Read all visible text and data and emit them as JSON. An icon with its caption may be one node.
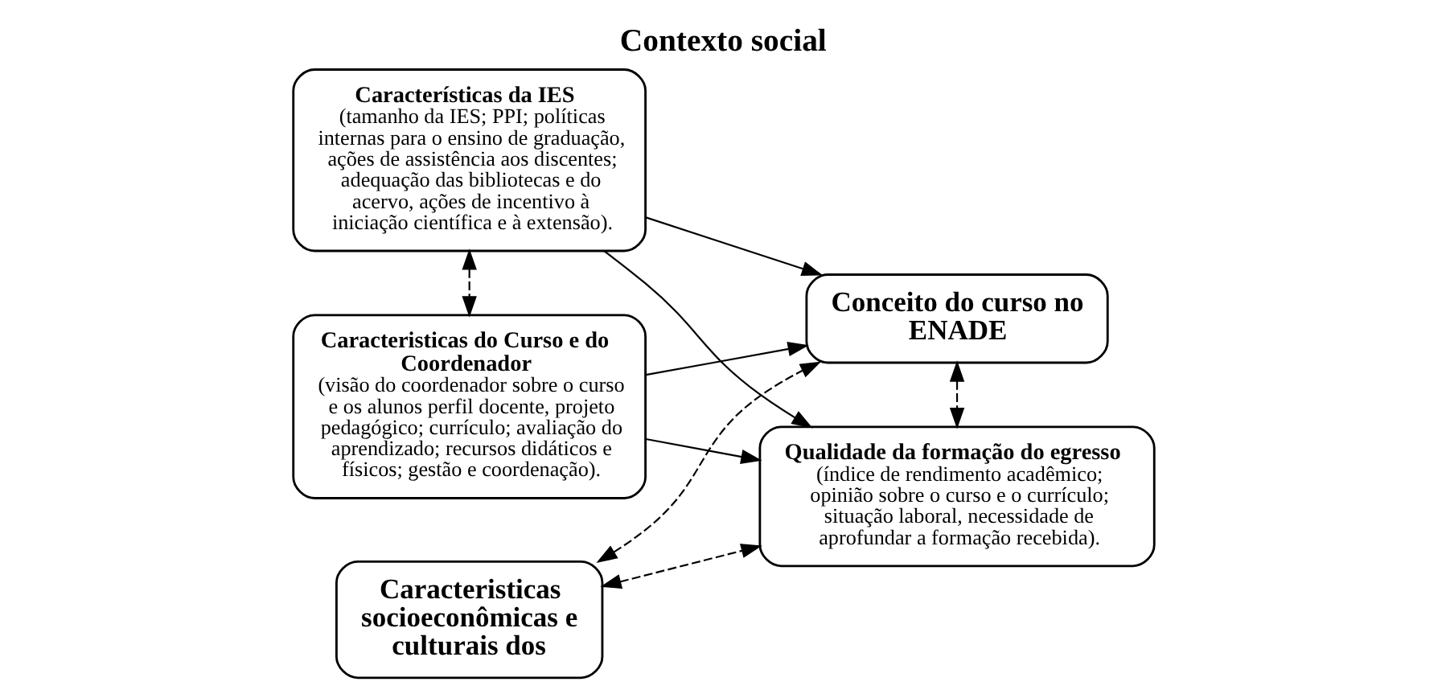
{
  "diagram": {
    "title": "Contexto social",
    "nodes": [
      {
        "text": [
          "Características da IES",
          "(tamanho da IES; PPI; políticas internas para o ensino de graduação, ações de assistência aos discentes; adequação das bibliotecas e do acervo, ações de incentivo à iniciação científica e à extensão)."
        ]
      },
      {
        "text": [
          "Caracteristicas do Curso e do Coordenador",
          "(visão do coordenador sobre o curso e os alunos perfil docente, projeto pedagógico; currículo; avaliação do aprendizado; recursos didáticos e físicos; gestão e coordenação)."
        ]
      },
      {
        "text": [
          "Caracteristicas socioeconômicas e culturais dos"
        ]
      },
      {
        "text": [
          "Conceito do curso no ENADE"
        ]
      },
      {
        "text": [
          "Qualidade da formação do egresso",
          "(índice de rendimento acadêmico; opinião sobre o curso e o currículo; situação laboral, necessidade de aprofundar a formação recebida)."
        ]
      }
    ],
    "edges": [
      {
        "from": 0,
        "to": 3,
        "arrow": "to"
      },
      {
        "from": 1,
        "to": 3,
        "arrow": "to"
      },
      {
        "from": 0,
        "to": 1,
        "arrow": "both",
        "style": "dashed"
      },
      {
        "from": 2,
        "to": 3,
        "arrow": "both",
        "style": "dashed"
      },
      {
        "from": 3,
        "to": 4,
        "arrow": "both",
        "style": "dashed"
      },
      {
        "from": 2,
        "to": 4,
        "arrow": "both",
        "style": "dashed"
      },
      {
        "from": 0,
        "to": 4,
        "arrow": "to"
      },
      {
        "from": 1,
        "to": 4,
        "arrow": "to"
      }
    ]
  }
}
